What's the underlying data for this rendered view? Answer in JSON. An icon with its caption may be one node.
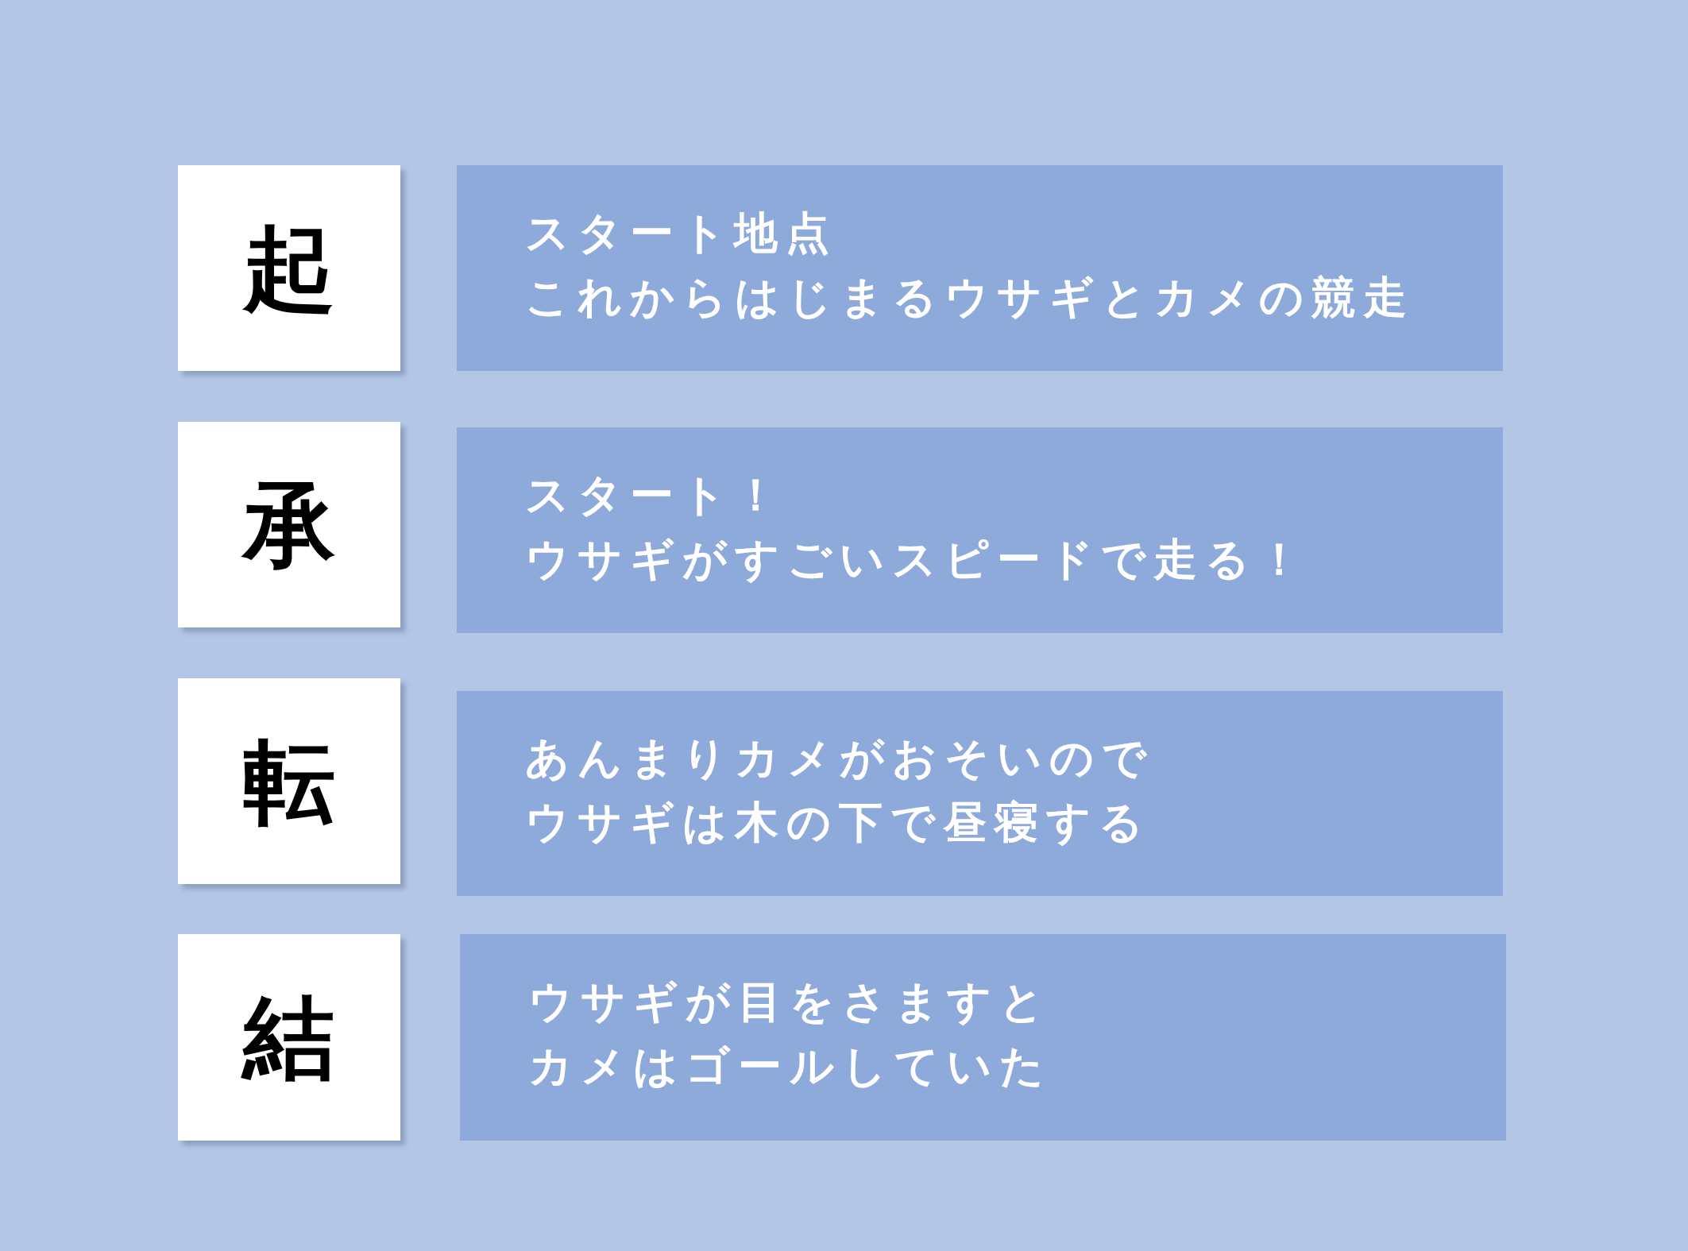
{
  "diagram": {
    "nodes": [
      {
        "text": [
          "起"
        ]
      },
      {
        "text": [
          "スタート地点",
          "これからはじまるウサギとカメの競走"
        ]
      },
      {
        "text": [
          "承"
        ]
      },
      {
        "text": [
          "スタート！",
          "ウサギがすごいスピードで走る！"
        ]
      },
      {
        "text": [
          "転"
        ]
      },
      {
        "text": [
          "あんまりカメがおそいので",
          "ウサギは木の下で昼寝する"
        ]
      },
      {
        "text": [
          "結"
        ]
      },
      {
        "text": [
          "ウサギが目をさますと",
          "カメはゴールしていた"
        ]
      }
    ]
  }
}
